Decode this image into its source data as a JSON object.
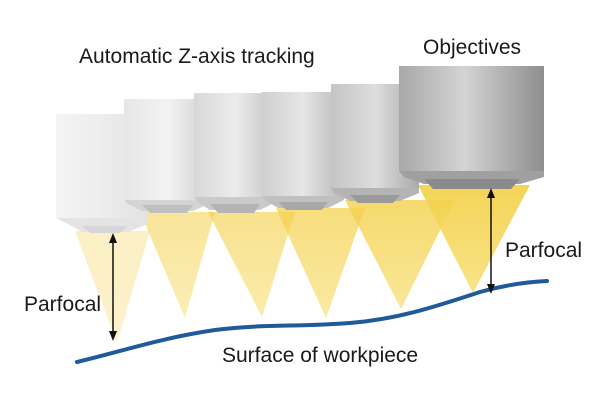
{
  "labels": {
    "title": "Automatic Z-axis tracking",
    "objectives": "Objectives",
    "parfocal_right": "Parfocal",
    "parfocal_left": "Parfocal",
    "surface": "Surface of workpiece"
  },
  "colors": {
    "surface_line": "#1f5a9a",
    "beam": "#f5d34a",
    "objective_body": "#c8c8c8",
    "arrow": "#111111"
  },
  "objective_count": 6
}
